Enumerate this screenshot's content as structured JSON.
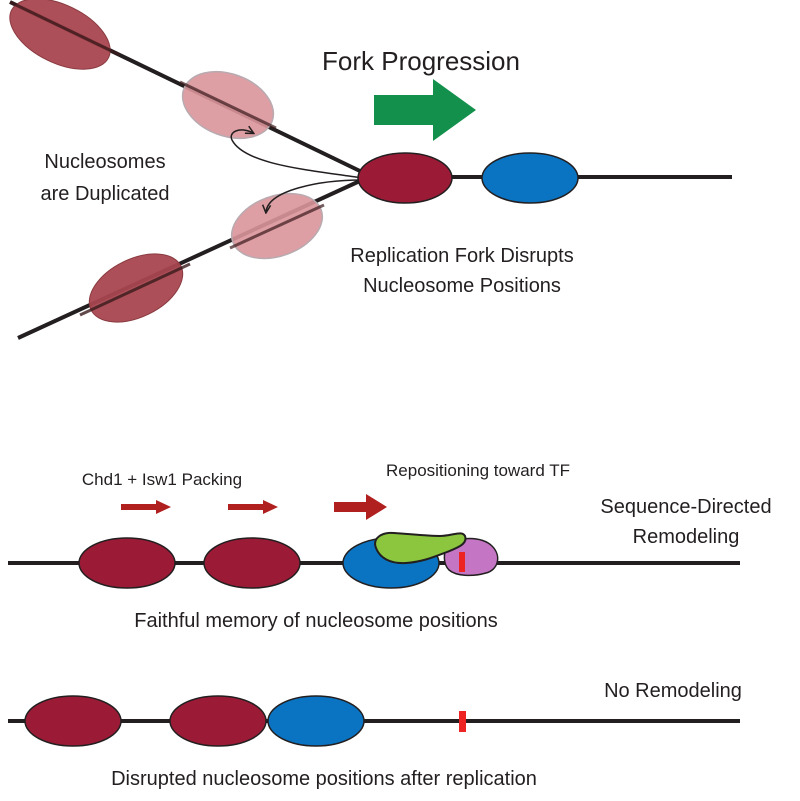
{
  "replication": {
    "fork_progression_label": "Fork Progression",
    "duplicated_line1": "Nucleosomes",
    "duplicated_line2": "are Duplicated",
    "disrupts_line1": "Replication Fork Disrupts",
    "disrupts_line2": "Nucleosome Positions"
  },
  "remodeling": {
    "packing_label": "Chd1 + Isw1 Packing",
    "repositioning_label": "Repositioning toward TF",
    "sequence_directed_line1": "Sequence-Directed",
    "sequence_directed_line2": "Remodeling",
    "memory_caption": "Faithful memory of nucleosome positions"
  },
  "no_remodeling": {
    "label": "No Remodeling",
    "caption": "Disrupted nucleosome positions after replication"
  },
  "colors": {
    "nucleosome_red": "#9b1b37",
    "nucleosome_faded": "#d9959a",
    "nucleosome_old": "#a84650",
    "positioned_blue": "#0a74c2",
    "fork_arrow_green": "#13914c",
    "remodel_arrow_red": "#b0201f",
    "tf_green": "#8cc63f",
    "tf_purple": "#c476c4",
    "site_red": "#ee2424",
    "dna": "#231f20"
  }
}
